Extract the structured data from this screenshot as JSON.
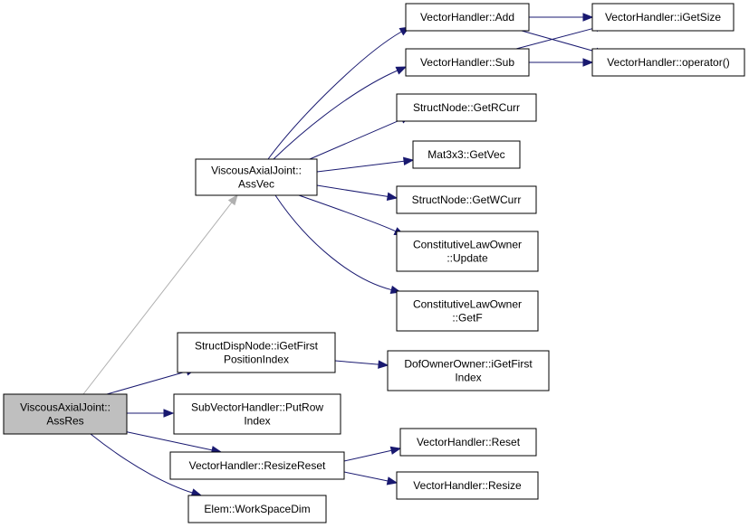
{
  "graph": {
    "nodes": [
      {
        "id": "root",
        "lines": [
          "ViscousAxialJoint::",
          "AssRes"
        ],
        "root": true
      },
      {
        "id": "assvec",
        "lines": [
          "ViscousAxialJoint::",
          "AssVec"
        ]
      },
      {
        "id": "vh_add",
        "lines": [
          "VectorHandler::Add"
        ]
      },
      {
        "id": "vh_sub",
        "lines": [
          "VectorHandler::Sub"
        ]
      },
      {
        "id": "vh_igetsize",
        "lines": [
          "VectorHandler::iGetSize"
        ]
      },
      {
        "id": "vh_operator",
        "lines": [
          "VectorHandler::operator()"
        ]
      },
      {
        "id": "sn_getrcurr",
        "lines": [
          "StructNode::GetRCurr"
        ]
      },
      {
        "id": "mat_getvec",
        "lines": [
          "Mat3x3::GetVec"
        ]
      },
      {
        "id": "sn_getwcurr",
        "lines": [
          "StructNode::GetWCurr"
        ]
      },
      {
        "id": "clo_update",
        "lines": [
          "ConstitutiveLawOwner",
          "::Update"
        ]
      },
      {
        "id": "clo_getf",
        "lines": [
          "ConstitutiveLawOwner",
          "::GetF"
        ]
      },
      {
        "id": "sdn_ipos",
        "lines": [
          "StructDispNode::iGetFirst",
          "PositionIndex"
        ]
      },
      {
        "id": "doo_index",
        "lines": [
          "DofOwnerOwner::iGetFirst",
          "Index"
        ]
      },
      {
        "id": "svh_putrow",
        "lines": [
          "SubVectorHandler::PutRow",
          "Index"
        ]
      },
      {
        "id": "vh_resizereset",
        "lines": [
          "VectorHandler::ResizeReset"
        ]
      },
      {
        "id": "vh_reset",
        "lines": [
          "VectorHandler::Reset"
        ]
      },
      {
        "id": "vh_resize",
        "lines": [
          "VectorHandler::Resize"
        ]
      },
      {
        "id": "elem_wsd",
        "lines": [
          "Elem::WorkSpaceDim"
        ]
      }
    ],
    "edges": [
      {
        "from": "root",
        "to": "assvec"
      },
      {
        "from": "root",
        "to": "sdn_ipos"
      },
      {
        "from": "root",
        "to": "svh_putrow"
      },
      {
        "from": "root",
        "to": "vh_resizereset"
      },
      {
        "from": "root",
        "to": "elem_wsd"
      },
      {
        "from": "assvec",
        "to": "vh_add"
      },
      {
        "from": "assvec",
        "to": "vh_sub"
      },
      {
        "from": "assvec",
        "to": "sn_getrcurr"
      },
      {
        "from": "assvec",
        "to": "mat_getvec"
      },
      {
        "from": "assvec",
        "to": "sn_getwcurr"
      },
      {
        "from": "assvec",
        "to": "clo_update"
      },
      {
        "from": "assvec",
        "to": "clo_getf"
      },
      {
        "from": "vh_add",
        "to": "vh_igetsize"
      },
      {
        "from": "vh_add",
        "to": "vh_operator"
      },
      {
        "from": "vh_sub",
        "to": "vh_igetsize"
      },
      {
        "from": "vh_sub",
        "to": "vh_operator"
      },
      {
        "from": "sdn_ipos",
        "to": "doo_index"
      },
      {
        "from": "vh_resizereset",
        "to": "vh_reset"
      },
      {
        "from": "vh_resizereset",
        "to": "vh_resize"
      }
    ]
  }
}
